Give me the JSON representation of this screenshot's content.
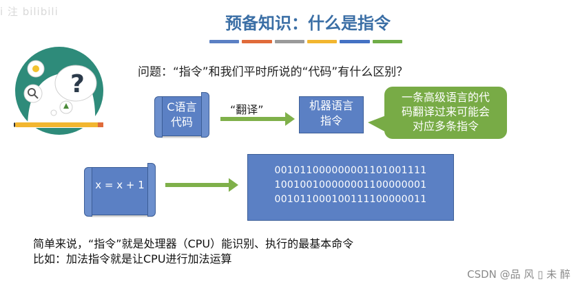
{
  "watermark": "i 注 bilibili",
  "title": "预备知识：什么是指令",
  "stripe_colors": [
    "#5b80c4",
    "#e06b3a",
    "#9a9a9a",
    "#f2b630",
    "#4472c4",
    "#70ad47"
  ],
  "question": "问题：“指令”和我们平时所说的“代码”有什么区别？",
  "row1": {
    "left_box": [
      "C语言",
      "代码"
    ],
    "arrow_label": "“翻译”",
    "right_box": [
      "机器语言",
      "指令"
    ],
    "callout": [
      "一条高级语言的代",
      "码翻译过来可能会",
      "对应多条指令"
    ]
  },
  "row2": {
    "left_box": "x = x + 1",
    "binary": [
      "001011000000001101001111",
      "100100100000001100000001",
      "001011000100111100000011"
    ]
  },
  "summary": [
    "简单来说，“指令”就是处理器（CPU）能识别、执行的最基本命令",
    "比如：加法指令就是让CPU进行加法运算"
  ],
  "footer": "CSDN @品 风 ▯ 未 醉",
  "colors": {
    "title": "#3a6ea5",
    "box_blue": "#5b80c4",
    "arrow_green": "#7fb04a",
    "callout_green": "#78ab46"
  }
}
